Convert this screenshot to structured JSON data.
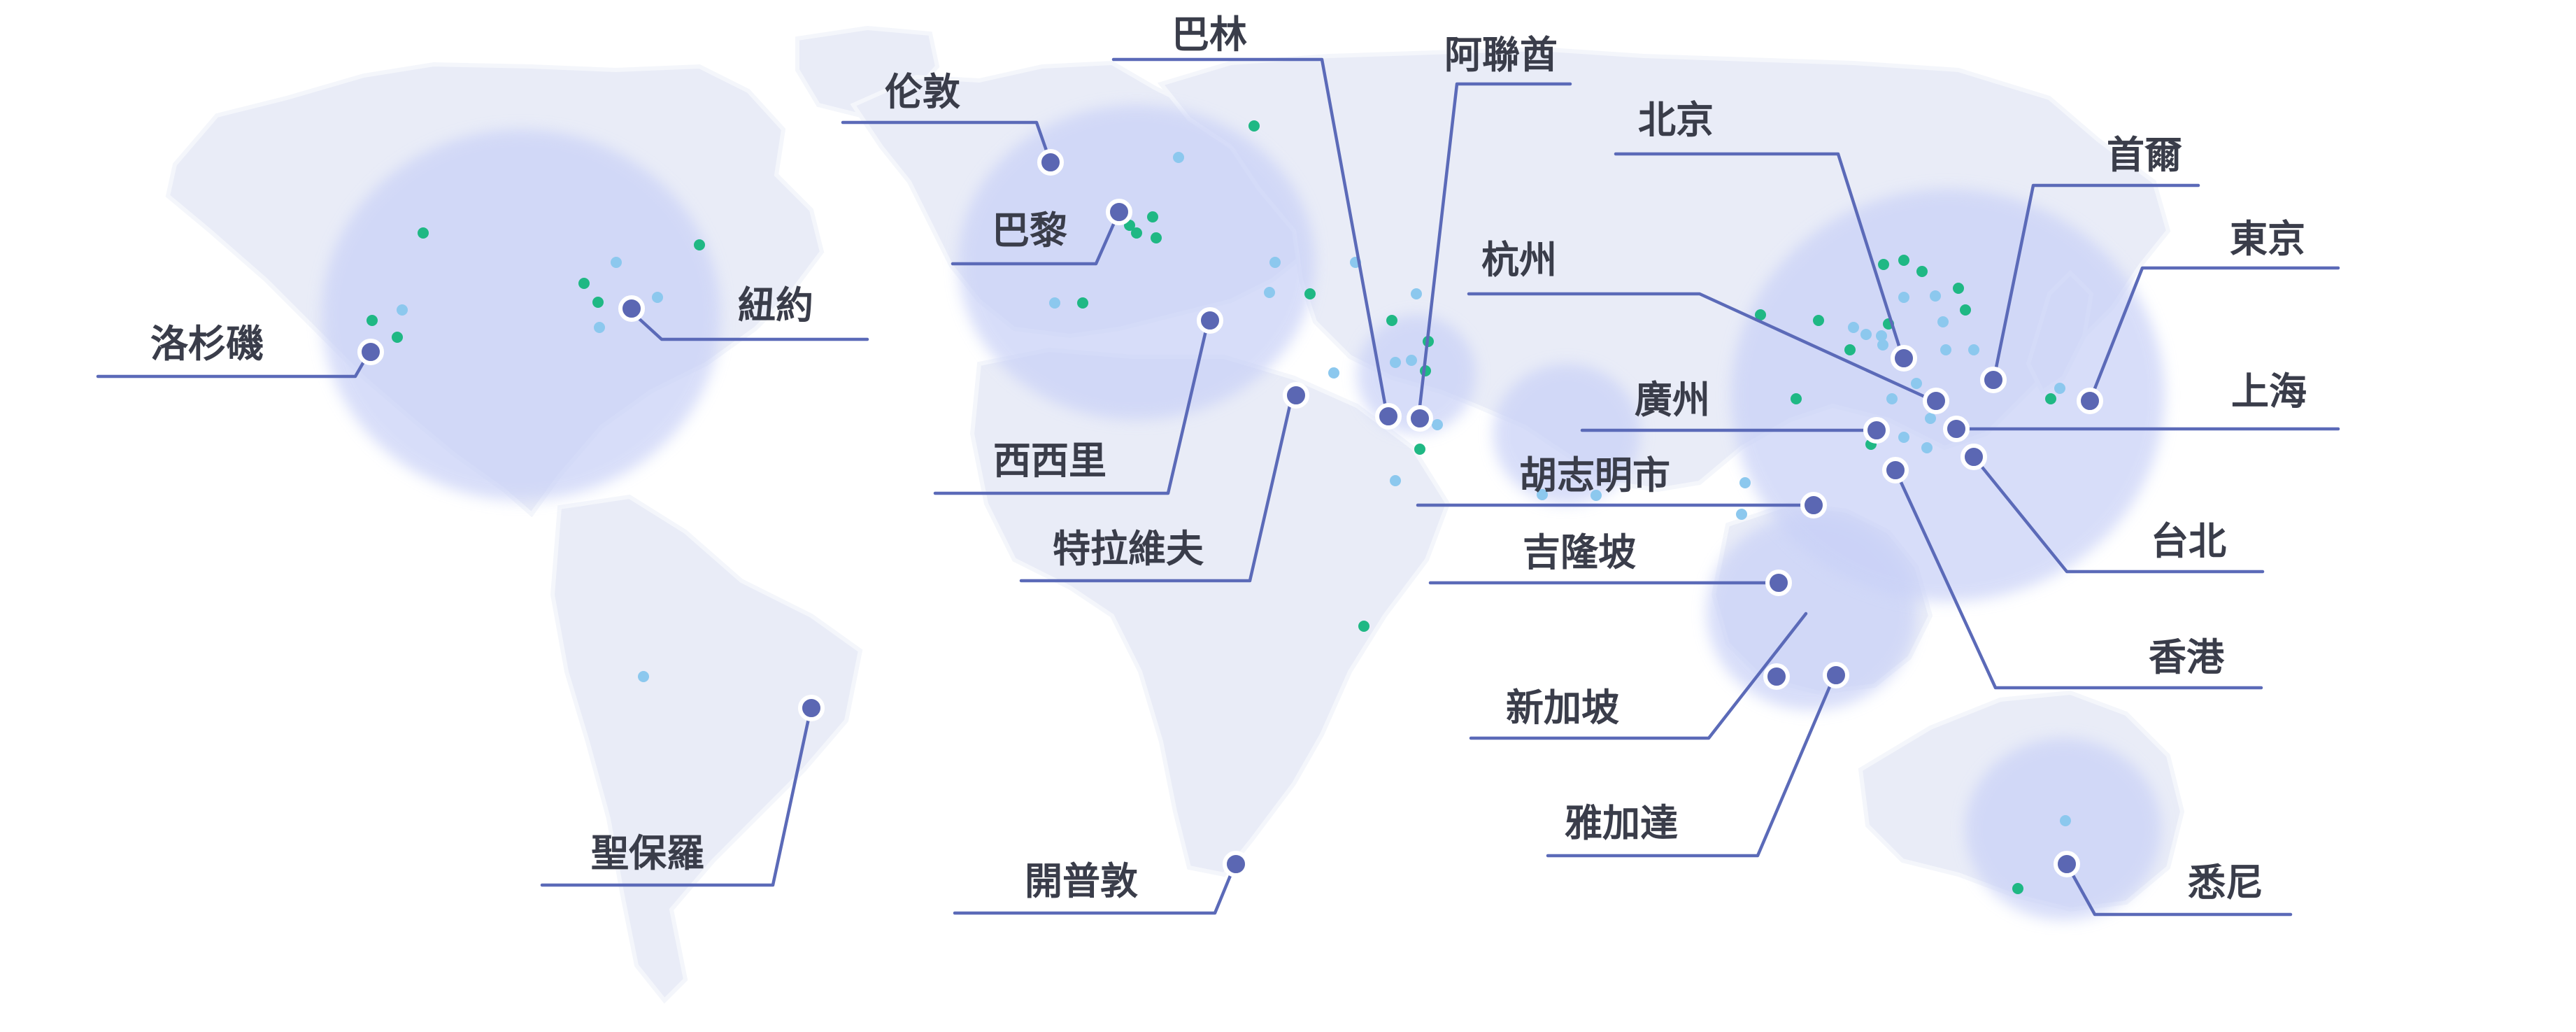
{
  "colors": {
    "land": "#e9ecf7",
    "region": "#c9d1f7",
    "city_dot": "#5b67b3",
    "leader_line": "#5b6ab8",
    "label_text": "#3a3d4a",
    "minor_dot_green": "#1fb884",
    "minor_dot_blue": "#8cc8ee"
  },
  "cities": [
    {
      "id": "la",
      "label": "洛杉磯"
    },
    {
      "id": "ny",
      "label": "紐約"
    },
    {
      "id": "saopaulo",
      "label": "聖保羅"
    },
    {
      "id": "london",
      "label": "伦敦"
    },
    {
      "id": "paris",
      "label": "巴黎"
    },
    {
      "id": "madrid",
      "label": "西西里"
    },
    {
      "id": "telaviv",
      "label": "特拉維夫"
    },
    {
      "id": "capetown",
      "label": "開普敦"
    },
    {
      "id": "bahrain",
      "label": "巴林"
    },
    {
      "id": "uae",
      "label": "阿聯酋"
    },
    {
      "id": "beijing",
      "label": "北京"
    },
    {
      "id": "hangzhou",
      "label": "杭州"
    },
    {
      "id": "guangzhou",
      "label": "廣州"
    },
    {
      "id": "hcmc",
      "label": "胡志明市"
    },
    {
      "id": "kl",
      "label": "吉隆坡"
    },
    {
      "id": "singapore",
      "label": "新加坡"
    },
    {
      "id": "jakarta",
      "label": "雅加達"
    },
    {
      "id": "seoul",
      "label": "首爾"
    },
    {
      "id": "tokyo",
      "label": "東京"
    },
    {
      "id": "shanghai",
      "label": "上海"
    },
    {
      "id": "taipei",
      "label": "台北"
    },
    {
      "id": "hongkong",
      "label": "香港"
    },
    {
      "id": "sydney",
      "label": "悉尼"
    }
  ]
}
